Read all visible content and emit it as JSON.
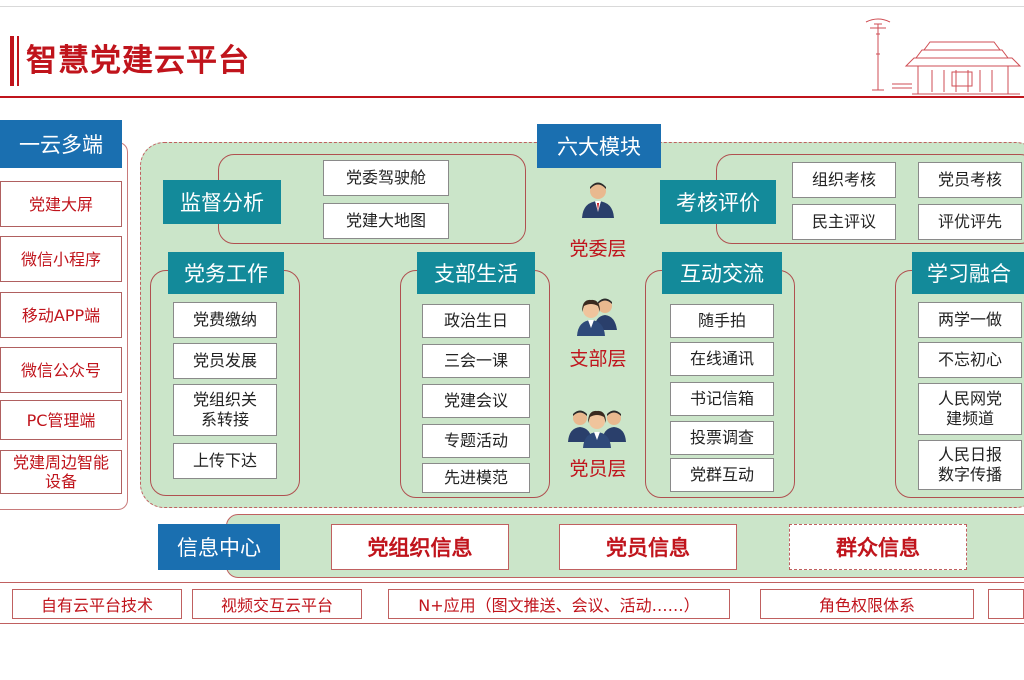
{
  "header": {
    "title": "智慧党建云平台"
  },
  "left": {
    "label": "一云多端",
    "items": [
      "党建大屏",
      "微信小程序",
      "移动APP端",
      "微信公众号",
      "PC管理端",
      "党建周边智能设备"
    ]
  },
  "modules_label": "六大模块",
  "supervision": {
    "label": "监督分析",
    "items": [
      "党委驾驶舱",
      "党建大地图"
    ]
  },
  "assessment": {
    "label": "考核评价",
    "items": [
      "组织考核",
      "党员考核",
      "民主评议",
      "评优评先"
    ]
  },
  "party_work": {
    "label": "党务工作",
    "items": [
      "党费缴纳",
      "党员发展",
      "党组织关系转接",
      "上传下达"
    ]
  },
  "branch_life": {
    "label": "支部生活",
    "items": [
      "政治生日",
      "三会一课",
      "党建会议",
      "专题活动",
      "先进模范"
    ]
  },
  "interaction": {
    "label": "互动交流",
    "items": [
      "随手拍",
      "在线通讯",
      "书记信箱",
      "投票调查",
      "党群互动"
    ]
  },
  "learning": {
    "label": "学习融合",
    "items": [
      "两学一做",
      "不忘初心",
      "人民网党建频道",
      "人民日报数字传播"
    ]
  },
  "levels": [
    "党委层",
    "支部层",
    "党员层"
  ],
  "info": {
    "label": "信息中心",
    "items": [
      "党组织信息",
      "党员信息",
      "群众信息"
    ]
  },
  "tech": {
    "items": [
      "自有云平台技术",
      "视频交互云平台",
      "N+应用（图文推送、会议、活动……）",
      "角色权限体系",
      ""
    ]
  },
  "colors": {
    "red": "#c0141c",
    "blue": "#1a6fb0",
    "teal": "#138a9a",
    "green": "#cbe5c9"
  }
}
